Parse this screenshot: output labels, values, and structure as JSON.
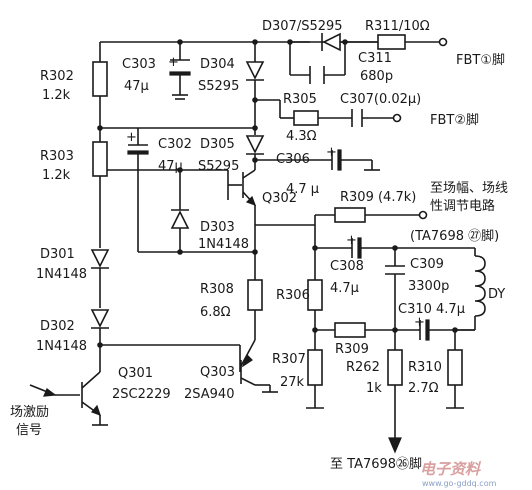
{
  "components": {
    "r302": {
      "ref": "R302",
      "value": "1.2k"
    },
    "r303": {
      "ref": "R303",
      "value": "1.2k"
    },
    "c303": {
      "ref": "C303",
      "value": "47μ"
    },
    "d304": {
      "ref": "D304",
      "value": "S5295"
    },
    "c302": {
      "ref": "C302",
      "value": "47μ"
    },
    "d305": {
      "ref": "D305",
      "value": "S5295"
    },
    "d307": {
      "ref": "D307/S5295"
    },
    "r311": {
      "ref": "R311/10Ω"
    },
    "c311": {
      "ref": "C311",
      "value": "680p"
    },
    "r305": {
      "ref": "R305",
      "value": "4.3Ω"
    },
    "c307": {
      "ref": "C307(0.02μ)"
    },
    "c306": {
      "ref": "C306",
      "value": "4.7 μ"
    },
    "q302": {
      "ref": "Q302"
    },
    "d303": {
      "ref": "D303",
      "value": "1N4148"
    },
    "r309_top": {
      "ref": "R309 (4.7k)"
    },
    "d301": {
      "ref": "D301",
      "value": "1N4148"
    },
    "d302": {
      "ref": "D302",
      "value": "1N4148"
    },
    "r308": {
      "ref": "R308",
      "value": "6.8Ω"
    },
    "r306": {
      "ref": "R306"
    },
    "c308": {
      "ref": "C308",
      "value": "4.7μ"
    },
    "c309": {
      "ref": "C309",
      "value": "3300p"
    },
    "c310": {
      "ref": "C310 4.7μ"
    },
    "dy": {
      "ref": "DY"
    },
    "q301": {
      "ref": "Q301",
      "value": "2SC2229"
    },
    "q303": {
      "ref": "Q303",
      "value": "2SA940"
    },
    "r307": {
      "ref": "R307",
      "value": "27k"
    },
    "r309_bot": {
      "ref": "R309"
    },
    "r262": {
      "ref": "R262",
      "value": "1k"
    },
    "r310": {
      "ref": "R310",
      "value": "2.7Ω"
    }
  },
  "terminals": {
    "fbt1": "FBT①脚",
    "fbt2": "FBT②脚",
    "to_adj_line1": "至场幅、场线",
    "to_adj_line2": "性调节电路",
    "ta_pin27": "(TA7698 ㉗脚)",
    "ta_pin26": "至 TA7698㉖脚",
    "input_line1": "场激励",
    "input_line2": "信号"
  },
  "polarity": {
    "plus": "+"
  },
  "watermark": {
    "main": "电子资料",
    "url": "www.go-gddq.com"
  }
}
